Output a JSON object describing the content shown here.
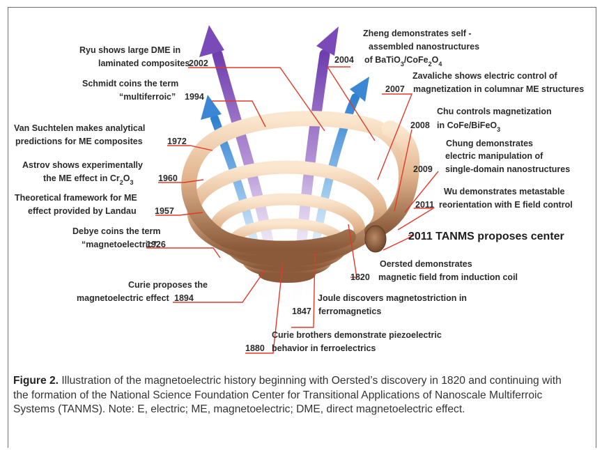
{
  "labels": {
    "zheng_2004": {
      "year": "2004",
      "line1": "Zheng demonstrates self -",
      "line2": "assembled nanostructures",
      "line3_pre": "of BaTiO",
      "line3_sub1": "3",
      "line3_mid": "/CoFe",
      "line3_sub2": "2",
      "line3_mid2": "O",
      "line3_sub3": "4"
    },
    "ryu_2002": {
      "line1": "Ryu shows large DME in",
      "line2": "laminated composites",
      "year": "2002"
    },
    "schmidt_1994": {
      "line1": "Schmidt coins the term",
      "line2": "“multiferroic”",
      "year": "1994"
    },
    "zavaliche_2007": {
      "year": "2007",
      "line1": "Zavaliche shows electric control of",
      "line2": "magnetization in columnar ME structures"
    },
    "chu_2008": {
      "year": "2008",
      "line1": "Chu controls magnetization",
      "line2_pre": "in CoFe/BiFeO",
      "line2_sub": "3"
    },
    "van_suchtelen_1972": {
      "line1": "Van Suchtelen makes analytical",
      "line2": "predictions for ME composites",
      "year": "1972"
    },
    "chung_2009": {
      "year": "2009",
      "line1": "Chung demonstrates",
      "line2": "electric manipulation of",
      "line3": "single-domain nanostructures"
    },
    "astrov_1960": {
      "line1": "Astrov shows experimentally",
      "line2_pre": "the ME effect in Cr",
      "line2_sub1": "2",
      "line2_mid": "O",
      "line2_sub2": "3",
      "year": "1960"
    },
    "wu_2011": {
      "year": "2011",
      "line1": "Wu demonstrates metastable",
      "line2": "reorientation with E field control"
    },
    "landau_1957": {
      "line1": "Theoretical framework for ME",
      "line2": "effect provided by Landau",
      "year": "1957"
    },
    "tanms_2011": {
      "text": "2011 TANMS proposes center"
    },
    "debye_1926": {
      "line1": "Debye coins the term",
      "line2": "“magnetoelectric”",
      "year": "1926"
    },
    "oersted_1820": {
      "year": "1820",
      "line1": "Oersted demonstrates",
      "line2": "magnetic field from induction coil"
    },
    "curie_1894": {
      "line1": "Curie proposes the",
      "line2": "magnetoelectric effect",
      "year": "1894"
    },
    "joule_1847": {
      "year": "1847",
      "line1": "Joule discovers magnetostriction in",
      "line2": "ferromagnetics"
    },
    "curie_brothers_1880": {
      "year": "1880",
      "line1": "Curie brothers demonstrate piezoelectric",
      "line2": "behavior in ferroelectrics"
    }
  },
  "caption": {
    "title": "Figure 2.",
    "text": "Illustration of the magnetoelectric history beginning with Oersted’s discovery in 1820 and continuing with the formation of the National Science Foundation Center for Transitional Applications of Nanoscale Multiferroic Systems (TANMS). Note: E, electric; ME, magnetoelectric; DME, direct magnetoelectric effect."
  },
  "colors": {
    "leader_line": "#e03a2a",
    "coil_light": "#f6dcc0",
    "coil_mid": "#d7a57c",
    "coil_dark": "#8a5a3a",
    "arrow_purple": "#7c4fb6",
    "arrow_blue": "#3f8fd6"
  }
}
